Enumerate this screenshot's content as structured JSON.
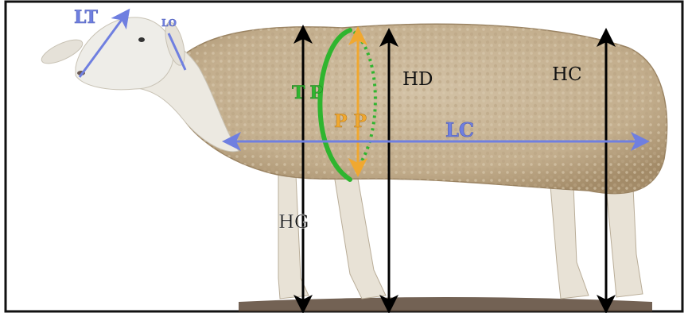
{
  "labels": {
    "lt": "LT",
    "lo": "LO",
    "tp": "TP",
    "pp": "PP",
    "hd": "HD",
    "hc": "HC",
    "lc": "LC",
    "hg": "HG"
  },
  "colors": {
    "frame": "#111111",
    "black_arrow": "#000000",
    "blue_arrow": "#6f7fe0",
    "green": "#2fb52f",
    "orange": "#f0a830",
    "wool": "#c9b79a",
    "wool_dark": "#a8906d",
    "head": "#ecebe6",
    "ground": "#5a4636"
  }
}
